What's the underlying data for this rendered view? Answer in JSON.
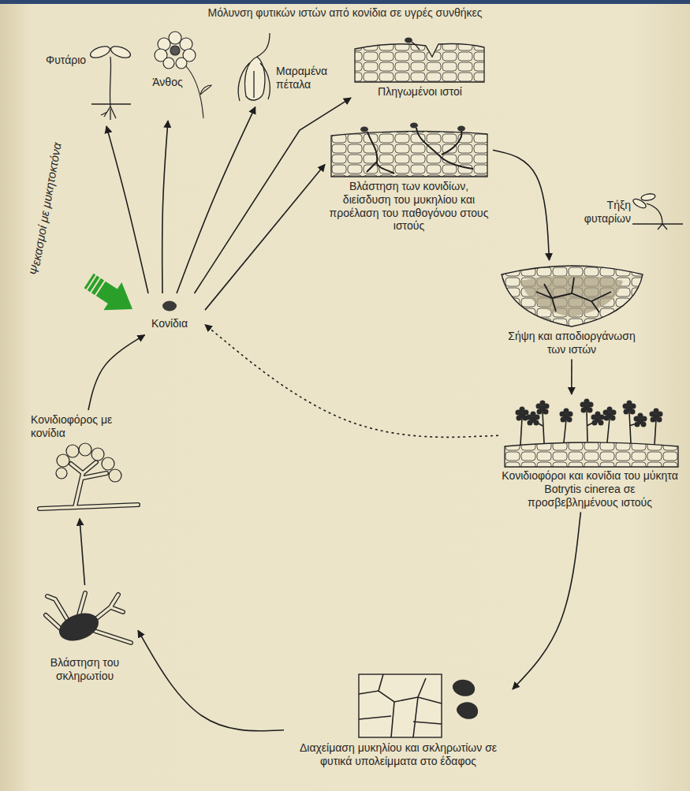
{
  "diagram": {
    "title": "Μόλυνση φυτικών ιστών από κονίδια σε υγρές συνθήκες",
    "nodes": [
      {
        "text": [
          "Κονίδια"
        ]
      },
      {
        "text": [
          "Φυτάριο"
        ]
      },
      {
        "text": [
          "Άνθος"
        ]
      },
      {
        "text": [
          "Μαραμένα πέταλα"
        ]
      },
      {
        "text": [
          "Πληγωμένοι ιστοί"
        ]
      },
      {
        "text": [
          "Βλάστηση των κονιδίων, διείσδυση του μυκηλίου και προέλαση του παθογόνου στους ιστούς"
        ]
      },
      {
        "text": [
          "Τήξη φυταρίων"
        ]
      },
      {
        "text": [
          "Σήψη και αποδιοργάνωση των ιστών"
        ]
      },
      {
        "text": [
          "Κονιδιοφόροι και κονίδια του μύκητα Botrytis cinerea σε προσβεβλημένους ιστούς"
        ]
      },
      {
        "text": [
          "Διαχείμαση μυκηλίου και σκληρωτίων σε φυτικά υπολείμματα στο έδαφος"
        ]
      },
      {
        "text": [
          "Βλάστηση του σκληρωτίου"
        ]
      },
      {
        "text": [
          "Κονιδιοφόρος με κονίδια"
        ]
      }
    ],
    "edges": [
      {
        "from": 0,
        "to": 1,
        "arrow": "to"
      },
      {
        "from": 0,
        "to": 2,
        "arrow": "to"
      },
      {
        "from": 0,
        "to": 3,
        "arrow": "to"
      },
      {
        "from": 0,
        "to": 4,
        "arrow": "to"
      },
      {
        "from": 0,
        "to": 5,
        "arrow": "to"
      },
      {
        "from": 5,
        "to": 7,
        "arrow": "to"
      },
      {
        "from": 7,
        "to": 8,
        "arrow": "to"
      },
      {
        "from": 8,
        "to": 9,
        "arrow": "to"
      },
      {
        "from": 9,
        "to": 10,
        "arrow": "to"
      },
      {
        "from": 10,
        "to": 11,
        "arrow": "to"
      },
      {
        "from": 11,
        "to": 0,
        "arrow": "to"
      },
      {
        "from": 8,
        "to": 0,
        "arrow": "to"
      }
    ],
    "labels": [
      "Ψεκασμοί με μυκητοκτόνα"
    ]
  }
}
